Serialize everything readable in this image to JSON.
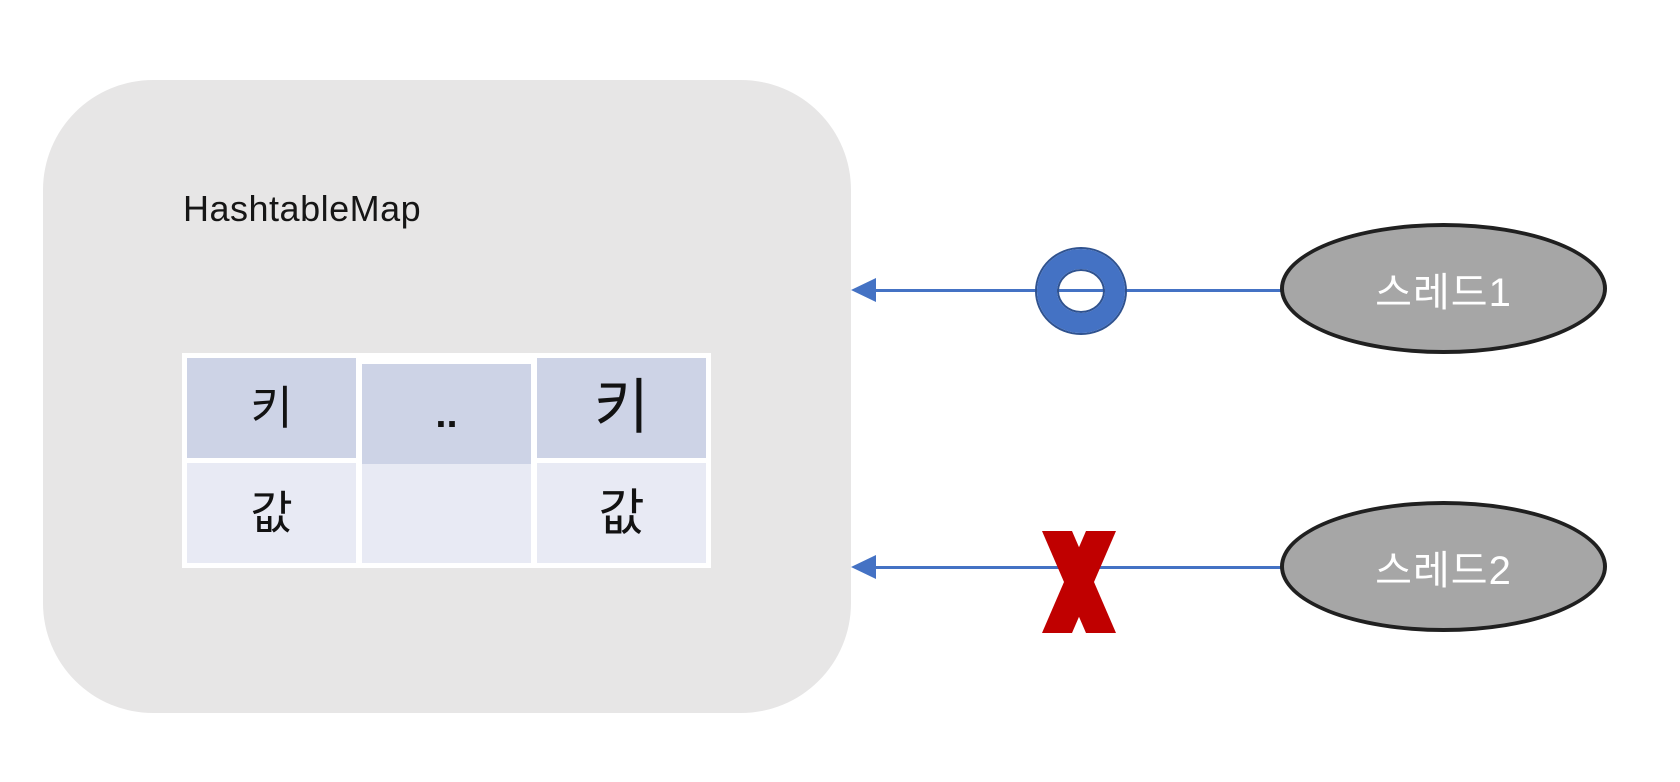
{
  "container": {
    "title": "HashtableMap"
  },
  "table": {
    "rows": [
      [
        "키",
        "..",
        "키"
      ],
      [
        "값",
        "",
        "값"
      ]
    ]
  },
  "threads": [
    {
      "label": "스레드1",
      "access": "allowed",
      "symbol": "ring"
    },
    {
      "label": "스레드2",
      "access": "blocked",
      "symbol": "cross"
    }
  ],
  "colors": {
    "container_bg": "#e7e6e6",
    "table_header_bg": "#cdd3e6",
    "table_value_bg": "#e8eaf4",
    "table_border": "#ffffff",
    "arrow_blue": "#4472c4",
    "ring_fill": "#4472c4",
    "ring_outline": "#2f528f",
    "cross_red": "#c00000",
    "ellipse_fill": "#a6a6a6",
    "ellipse_border": "#202020",
    "ellipse_text": "#ffffff",
    "title_text": "#161616"
  }
}
